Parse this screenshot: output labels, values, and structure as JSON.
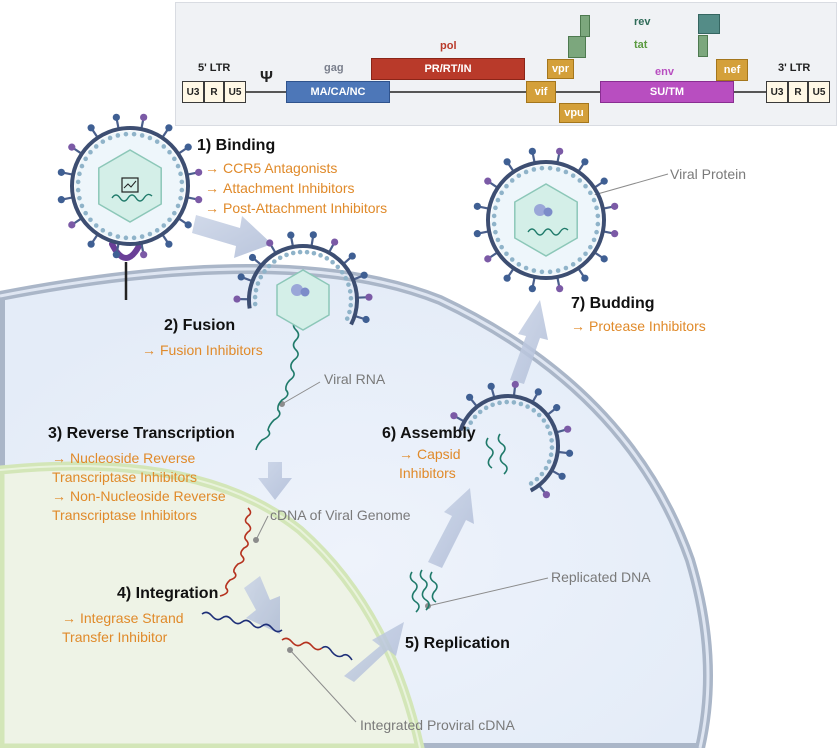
{
  "genome": {
    "ltr5": "5' LTR",
    "ltr3": "3' LTR",
    "psi": "Ψ",
    "u3": "U3",
    "r": "R",
    "u5": "U5",
    "gag": "gag",
    "gag_box": "MA/CA/NC",
    "pol": "pol",
    "pol_box": "PR/RT/IN",
    "vif": "vif",
    "vpr": "vpr",
    "vpu": "vpu",
    "rev": "rev",
    "tat": "tat",
    "env": "env",
    "env_box": "SU/TM",
    "nef": "nef"
  },
  "steps": {
    "binding": {
      "title": "1) Binding",
      "drugs": [
        "CCR5 Antagonists",
        "Attachment Inhibitors",
        "Post-Attachment Inhibitors"
      ]
    },
    "fusion": {
      "title": "2) Fusion",
      "drugs": [
        "Fusion Inhibitors"
      ]
    },
    "rt": {
      "title": "3) Reverse Transcription",
      "drugs": [
        "Nucleoside Reverse",
        "Transcriptase Inhibitors",
        "Non-Nucleoside Reverse",
        "Transcriptase Inhibitors"
      ]
    },
    "integration": {
      "title": "4) Integration",
      "drugs": [
        "Integrase Strand",
        "Transfer Inhibitor"
      ]
    },
    "replication": {
      "title": "5) Replication"
    },
    "assembly": {
      "title": "6) Assembly",
      "drugs": [
        "Capsid",
        "Inhibitors"
      ]
    },
    "budding": {
      "title": "7) Budding",
      "drugs": [
        "Protease Inhibitors"
      ]
    }
  },
  "callouts": {
    "viral_protein": "Viral Protein",
    "viral_rna": "Viral RNA",
    "cdna": "cDNA of Viral Genome",
    "replicated_dna": "Replicated DNA",
    "integrated": "Integrated Proviral cDNA"
  },
  "arrow_glyph": "→",
  "colors": {
    "drug": "#e08a2a",
    "cell_membrane": "#aab6c8",
    "cytoplasm": "#e9eff9",
    "nucleus_membrane": "#d3e6b8",
    "capsid": "#d4efe8",
    "rna": "#1f7a6a",
    "cdna": "#b5321f",
    "host_dna": "#1e2f78"
  }
}
